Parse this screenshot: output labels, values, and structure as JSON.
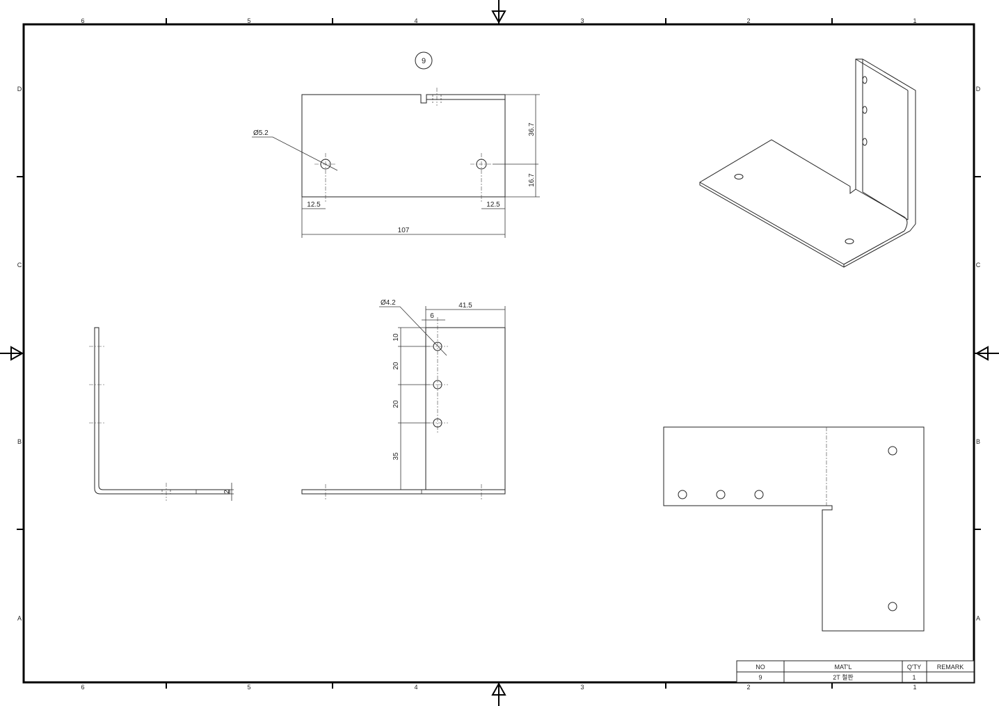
{
  "zones": {
    "columns": [
      "6",
      "5",
      "4",
      "3",
      "2",
      "1"
    ],
    "rows": [
      "D",
      "C",
      "B",
      "A"
    ]
  },
  "balloon": "9",
  "top_view": {
    "hole_dia": "Ø5.2",
    "height_upper": "36.7",
    "height_lower": "16.7",
    "edge_left": "12.5",
    "edge_right": "12.5",
    "width": "107"
  },
  "front_view": {
    "thickness": "2"
  },
  "side_view": {
    "hole_dia": "Ø4.2",
    "width": "41.5",
    "hole_offset": "6",
    "pitch_1": "10",
    "pitch_2": "20",
    "pitch_3": "20",
    "pitch_4": "35"
  },
  "title_block": {
    "headers": [
      "NO",
      "MAT'L",
      "Q'TY",
      "REMARK"
    ],
    "row": [
      "9",
      "2T 철판",
      "1",
      ""
    ]
  }
}
